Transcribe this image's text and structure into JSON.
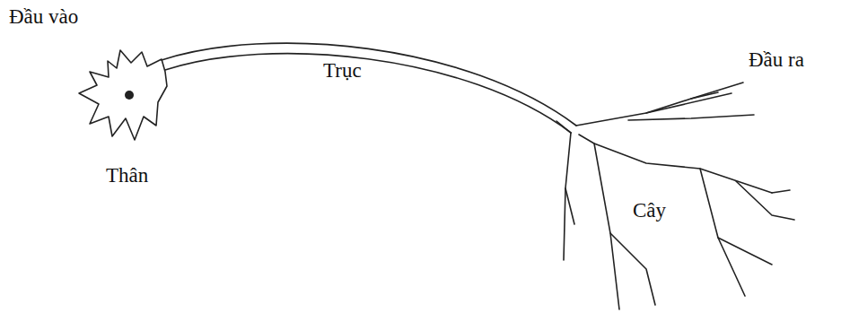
{
  "diagram": {
    "labels": [
      "Đầu vào",
      "Trục",
      "Đầu ra",
      "Thân",
      "Cây"
    ]
  }
}
